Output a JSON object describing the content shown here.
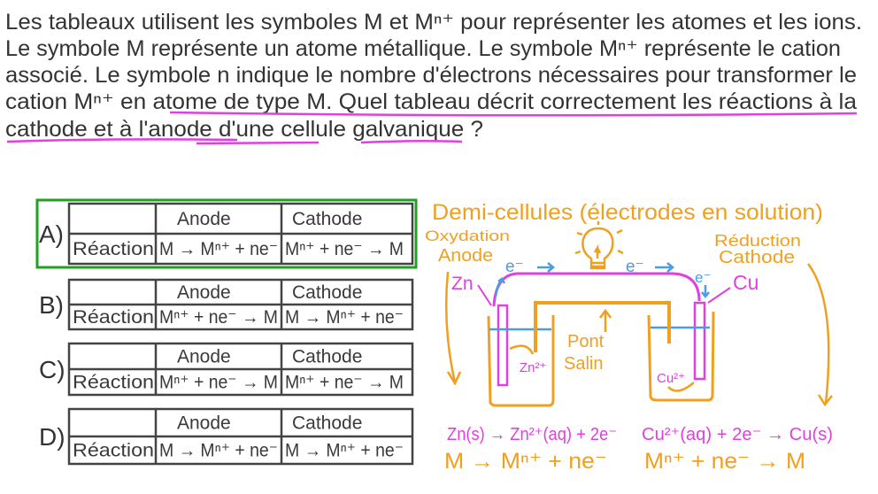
{
  "colors": {
    "text": "#333333",
    "orange": "#f0a020",
    "magenta": "#e040e0",
    "blue": "#4a9de0",
    "highlight": "#22a022"
  },
  "question": {
    "lines": [
      "Les tableaux utilisent les symboles M et Mⁿ⁺ pour représenter les atomes et les ions.",
      "Le symbole M représente un atome métallique. Le symbole Mⁿ⁺ représente le cation",
      "associé. Le symbole n indique le nombre d'électrons nécessaires pour transformer le",
      "cation Mⁿ⁺ en atome de type M. Quel tableau décrit correctement les réactions à la",
      "cathode et à l'anode d'une cellule galvanique ?"
    ]
  },
  "correct_option": "A",
  "options": [
    {
      "label": "A)",
      "anode_header": "Anode",
      "cathode_header": "Cathode",
      "row_label": "Réaction",
      "anode": "M → Mⁿ⁺ + ne⁻",
      "cathode": "Mⁿ⁺ + ne⁻ → M"
    },
    {
      "label": "B)",
      "anode_header": "Anode",
      "cathode_header": "Cathode",
      "row_label": "Réaction",
      "anode": "Mⁿ⁺ + ne⁻ → M",
      "cathode": "M → Mⁿ⁺ + ne⁻"
    },
    {
      "label": "C)",
      "anode_header": "Anode",
      "cathode_header": "Cathode",
      "row_label": "Réaction",
      "anode": "Mⁿ⁺ + ne⁻ → M",
      "cathode": "Mⁿ⁺ + ne⁻ → M"
    },
    {
      "label": "D)",
      "anode_header": "Anode",
      "cathode_header": "Cathode",
      "row_label": "Réaction",
      "anode": "M → Mⁿ⁺ + ne⁻",
      "cathode": "M → Mⁿ⁺ + ne⁻"
    }
  ],
  "diagram": {
    "title": "Demi-cellules (électrodes en solution)",
    "left_process": "Oxydation",
    "left_electrode_type": "Anode",
    "right_process": "Réduction",
    "right_electrode_type": "Cathode",
    "left_metal": "Zn",
    "right_metal": "Cu",
    "electron": "e⁻",
    "left_ion": "Zn²⁺",
    "right_ion": "Cu²⁺",
    "bridge_line1": "Pont",
    "bridge_line2": "Salin",
    "anode_equation": "Zn(s) → Zn²⁺(aq) + 2e⁻",
    "cathode_equation": "Cu²⁺(aq) + 2e⁻ → Cu(s)",
    "anode_general": "M → Mⁿ⁺ + ne⁻",
    "cathode_general": "Mⁿ⁺ + ne⁻ → M",
    "icons": [
      "light-bulb-icon",
      "arrow-icon"
    ]
  }
}
